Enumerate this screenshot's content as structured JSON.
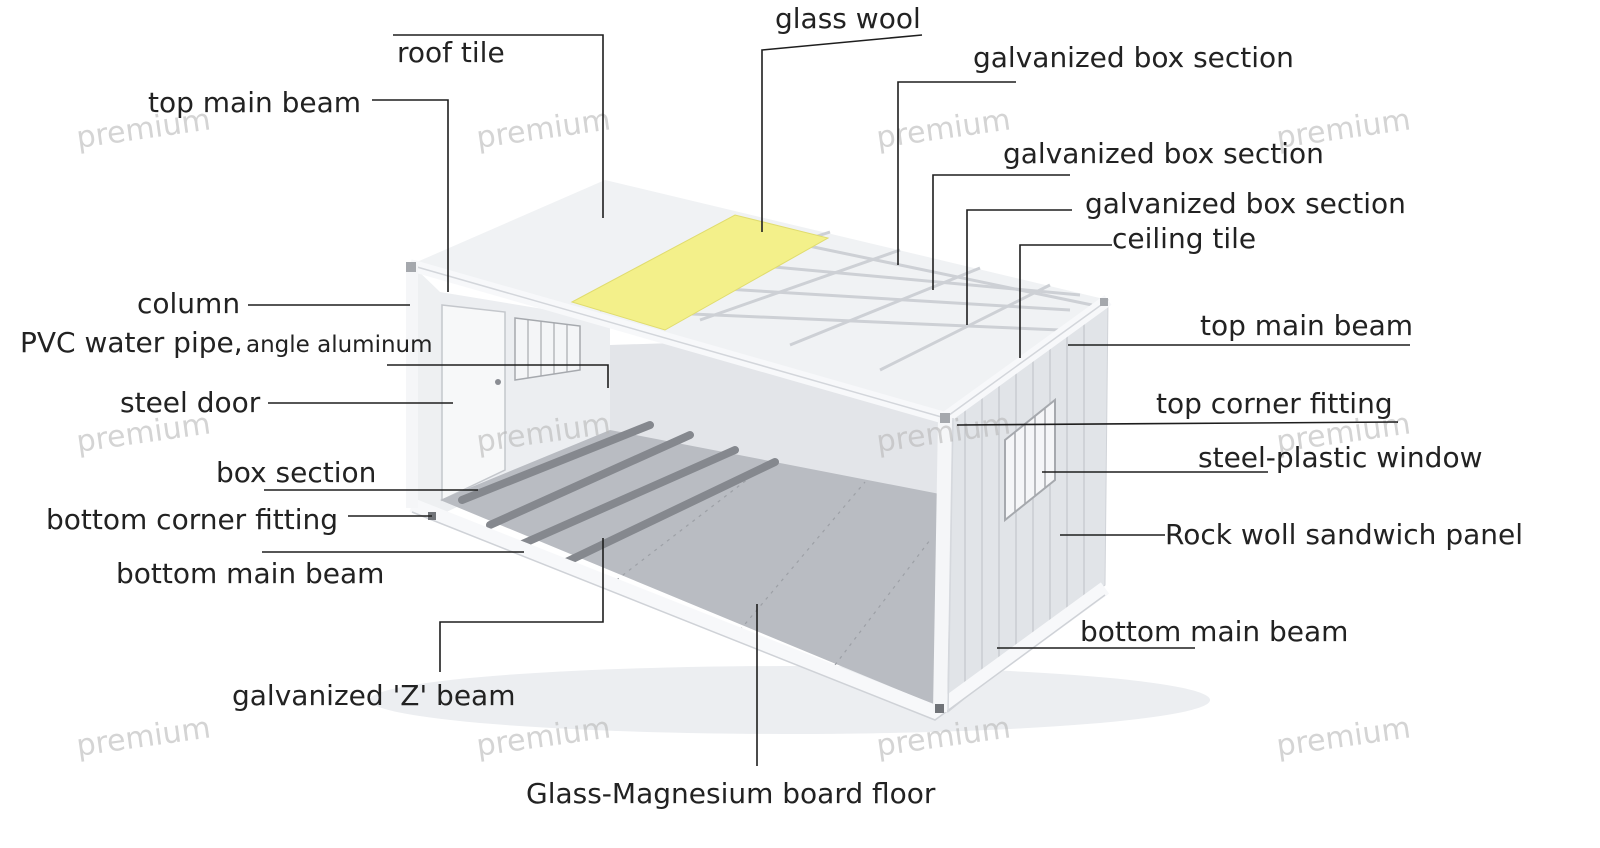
{
  "labels": {
    "glass_wool": "glass wool",
    "roof_tile": "roof tile",
    "top_main_beam_left": "top main beam",
    "galvanized_box_section_1": "galvanized box section",
    "galvanized_box_section_2": "galvanized box section",
    "galvanized_box_section_3": "galvanized box section",
    "ceiling_tile": "ceiling tile",
    "column": "column",
    "pvc_water_pipe": "PVC water pipe,",
    "angle_aluminum": "angle aluminum",
    "top_main_beam_right": "top main beam",
    "steel_door": "steel door",
    "top_corner_fitting": "top corner fitting",
    "steel_plastic_window": "steel-plastic window",
    "box_section": "box section",
    "bottom_corner_fitting": "bottom corner fitting",
    "rock_wool_panel": "Rock woll sandwich panel",
    "bottom_main_beam_left": "bottom main beam",
    "bottom_main_beam_right": "bottom main beam",
    "galvanized_z_beam": "galvanized 'Z' beam",
    "floor": "Glass-Magnesium board floor"
  },
  "watermark": "premium",
  "colors": {
    "glass_wool": "#f3f08a",
    "frame": "#f4f5f7",
    "interior": "#d9dce1",
    "floor": "#b9bcc2",
    "z_beam": "#8a8d93",
    "panel_ribs": "#c9ccd1"
  }
}
